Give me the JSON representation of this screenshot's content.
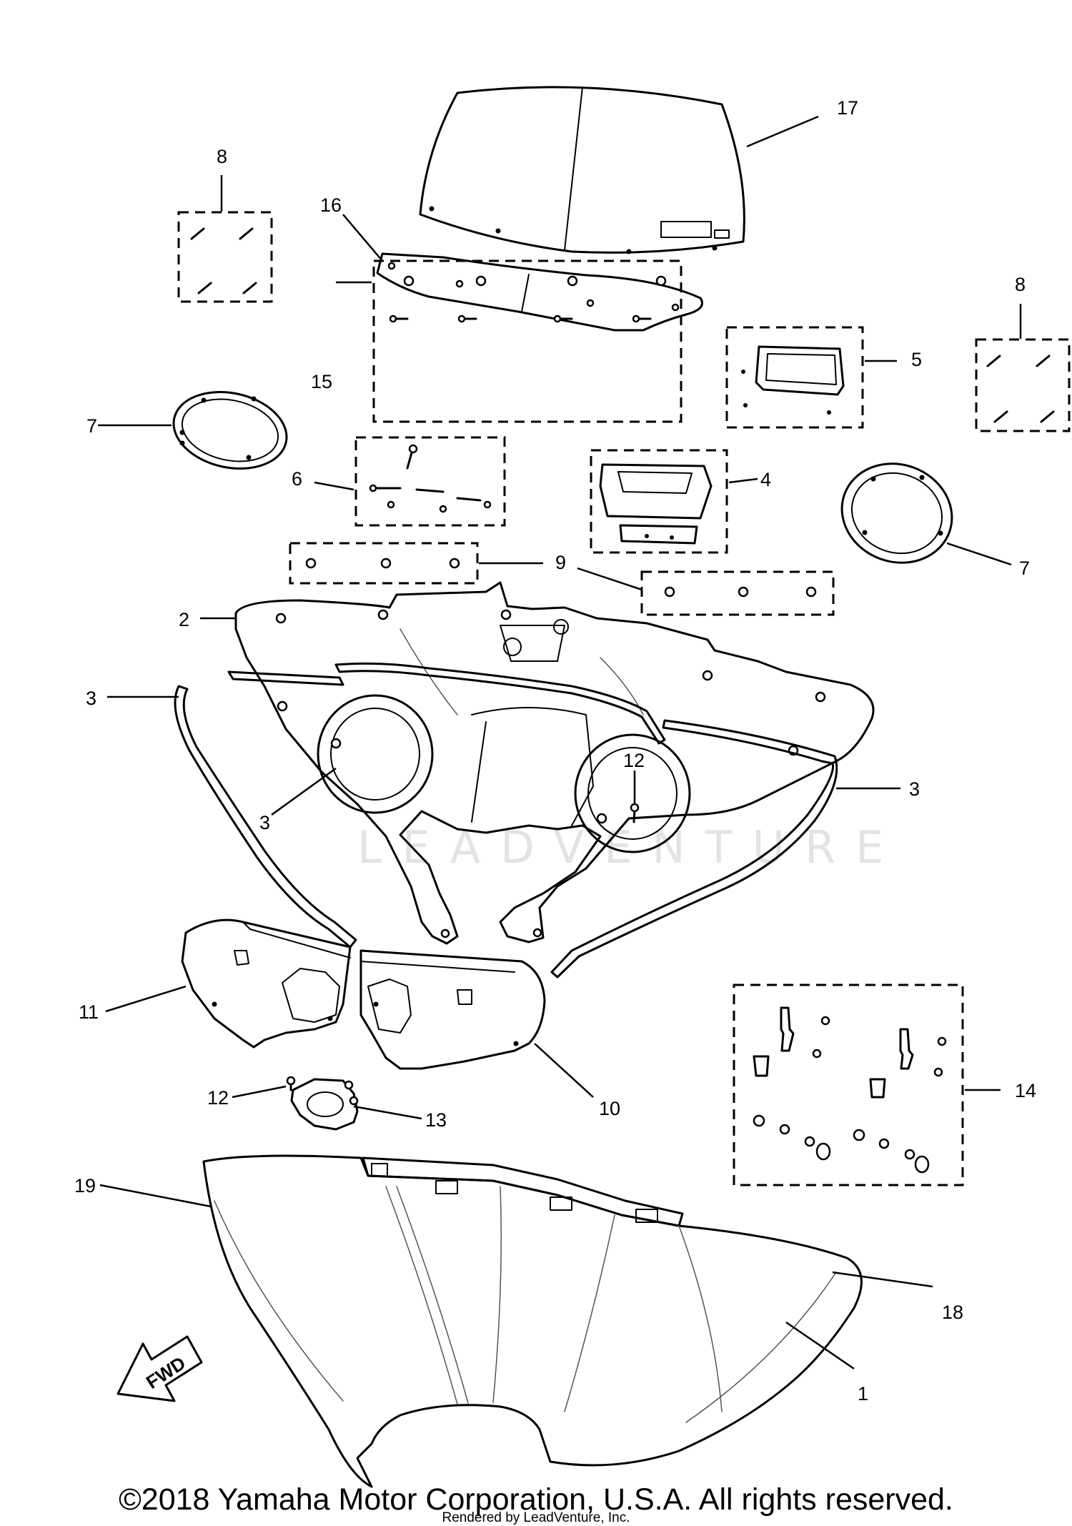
{
  "diagram": {
    "watermark": "LEADVENTURE",
    "direction_label": "FWD",
    "callouts": {
      "p1": "1",
      "p2": "2",
      "p3a": "3",
      "p3b": "3",
      "p3c": "3",
      "p4": "4",
      "p5": "5",
      "p6": "6",
      "p7a": "7",
      "p7b": "7",
      "p8a": "8",
      "p8b": "8",
      "p9": "9",
      "p10": "10",
      "p11": "11",
      "p12a": "12",
      "p12b": "12",
      "p13": "13",
      "p14": "14",
      "p15": "15",
      "p16": "16",
      "p17": "17",
      "p18": "18",
      "p19": "19"
    }
  },
  "footer": {
    "copyright": "©2018 Yamaha Motor Corporation, U.S.A. All rights reserved.",
    "rendered_by": "Rendered by LeadVenture, Inc."
  }
}
